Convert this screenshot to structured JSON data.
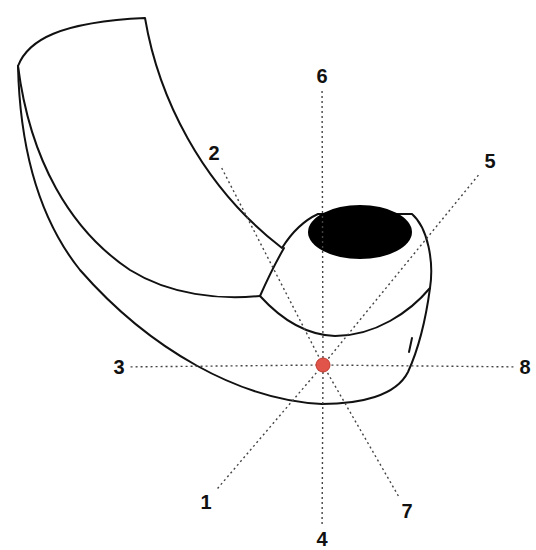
{
  "diagram": {
    "labels": [
      "6",
      "2",
      "5",
      "3",
      "8",
      "1",
      "7",
      "4"
    ]
  }
}
